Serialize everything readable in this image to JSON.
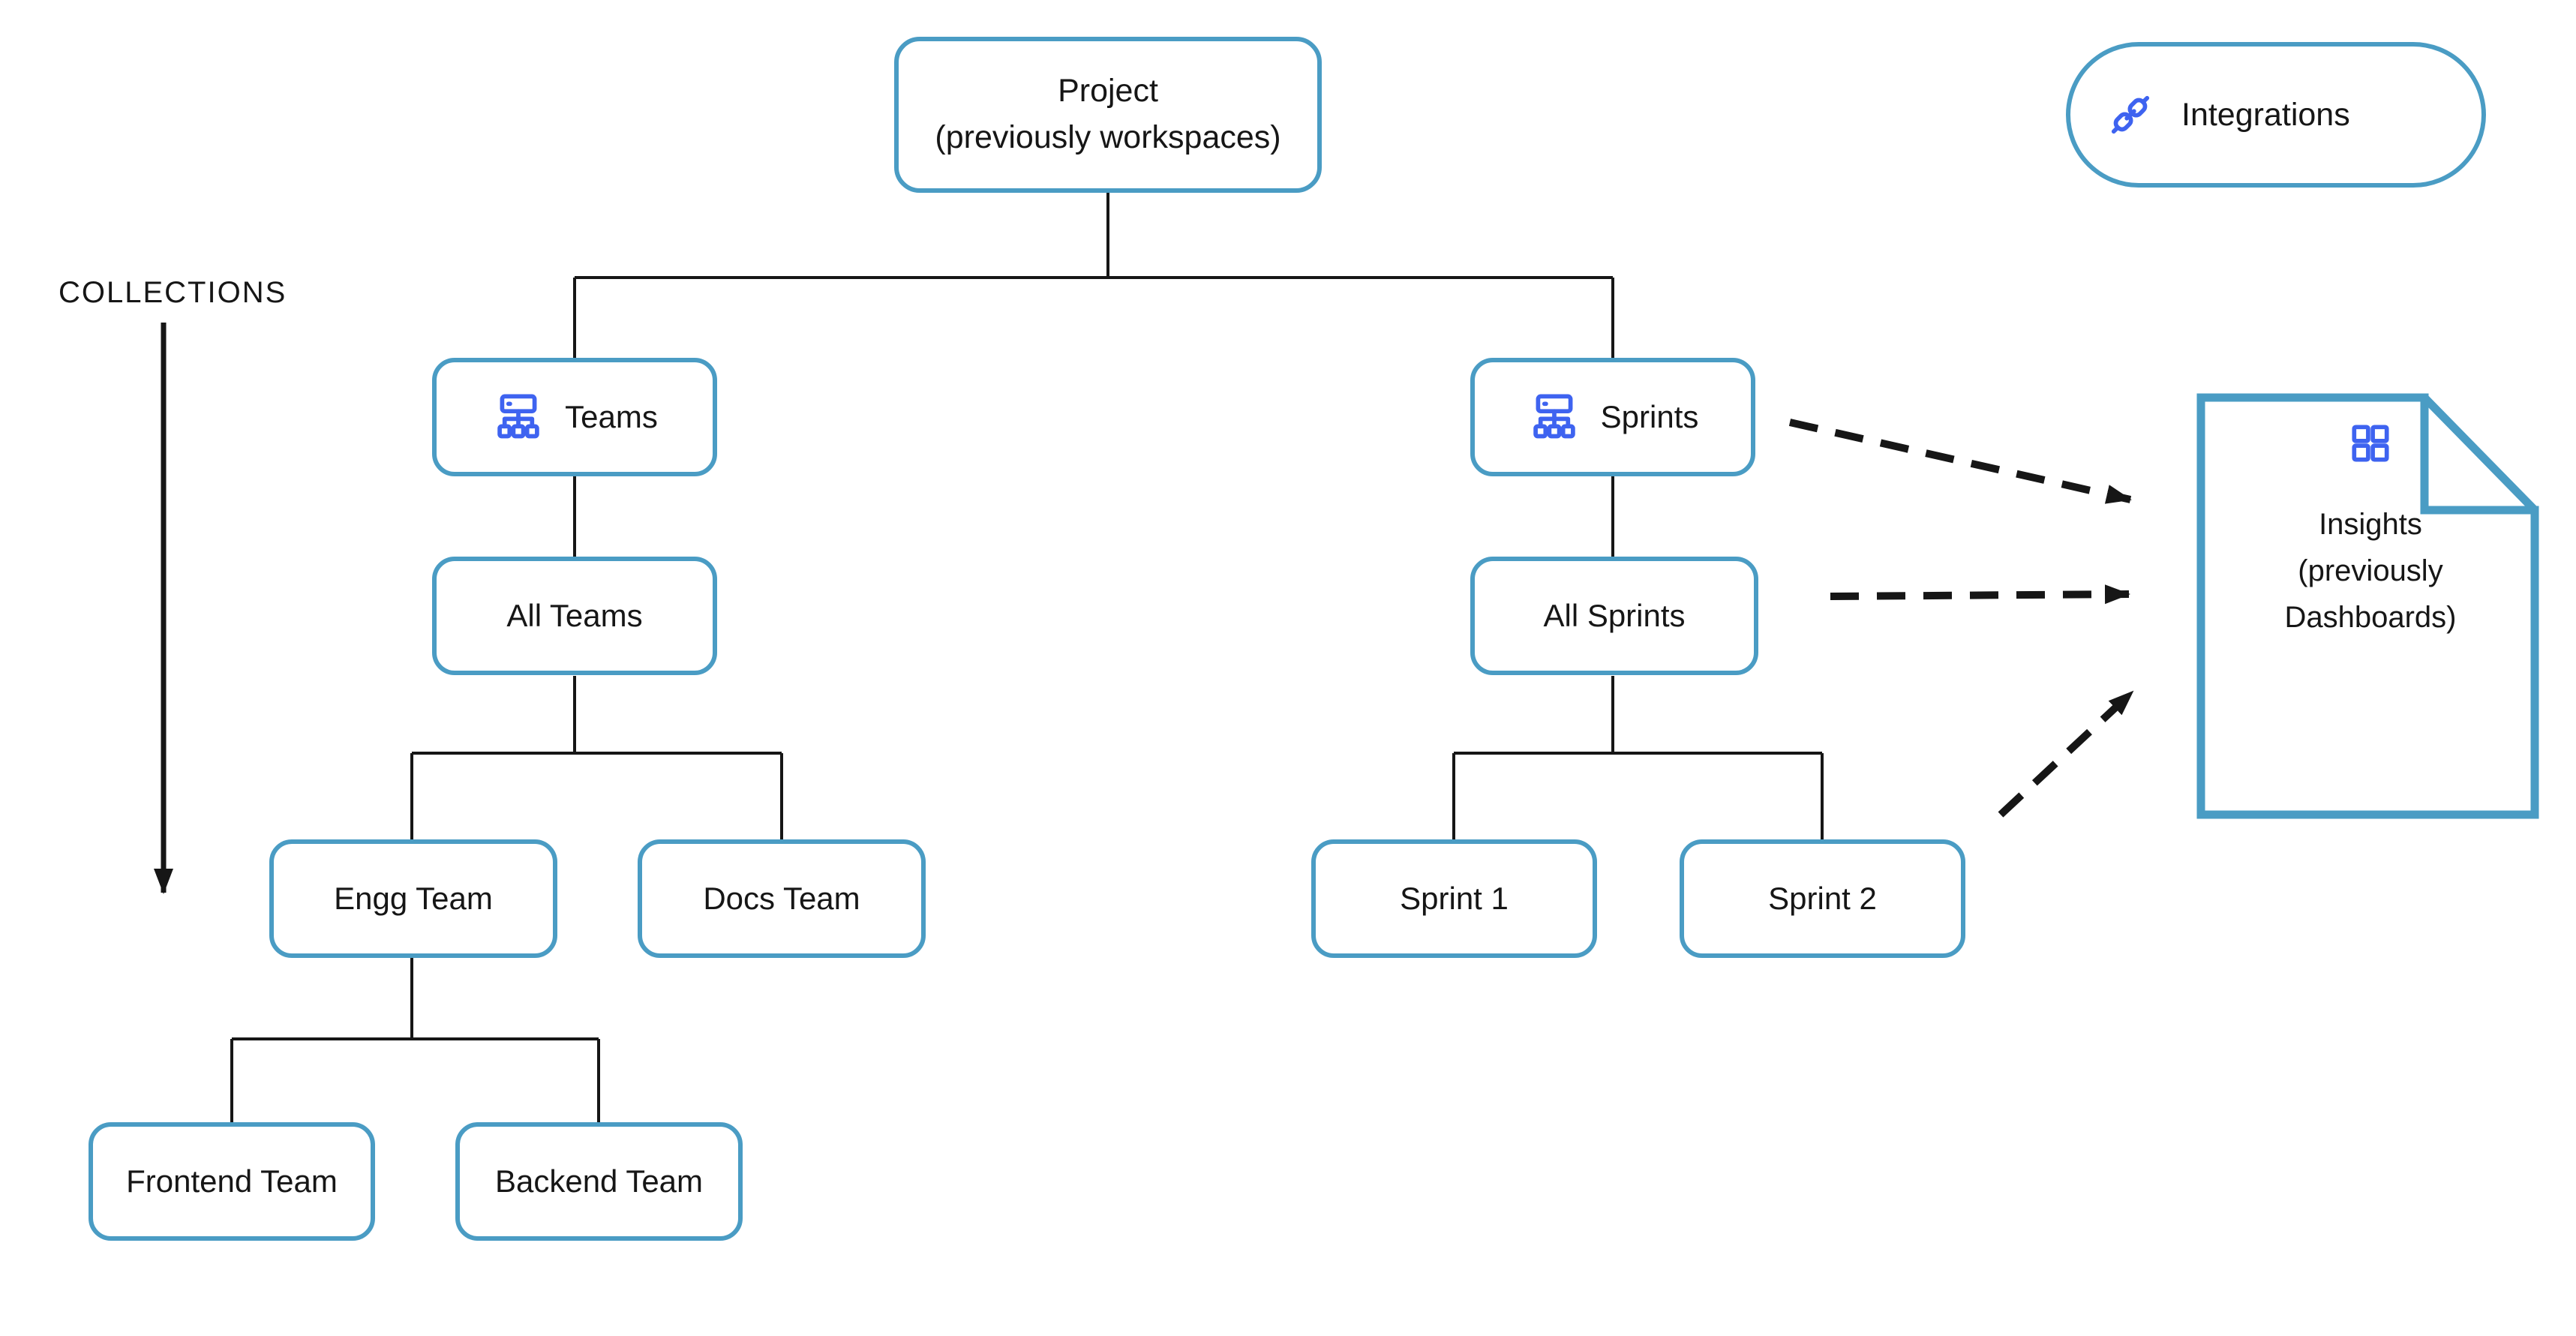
{
  "title": "Project hierarchy diagram",
  "colors": {
    "box_border": "#4A9CC4",
    "icon_blue": "#3E63F0",
    "connector": "#161616",
    "text": "#161616",
    "background": "#FFFFFF"
  },
  "collections": {
    "label": "COLLECTIONS"
  },
  "integrations": {
    "label": "Integrations",
    "icon": "link-icon"
  },
  "nodes": {
    "project": {
      "line1": "Project",
      "line2": "(previously workspaces)"
    },
    "teams": {
      "label": "Teams",
      "icon": "sitemap-icon"
    },
    "sprints": {
      "label": "Sprints",
      "icon": "sitemap-icon"
    },
    "all_teams": {
      "label": "All Teams"
    },
    "all_sprints": {
      "label": "All Sprints"
    },
    "engg_team": {
      "label": "Engg Team"
    },
    "docs_team": {
      "label": "Docs Team"
    },
    "frontend_team": {
      "label": "Frontend Team"
    },
    "backend_team": {
      "label": "Backend Team"
    },
    "sprint_1": {
      "label": "Sprint 1"
    },
    "sprint_2": {
      "label": "Sprint 2"
    }
  },
  "insights": {
    "line1": "Insights",
    "line2": "(previously",
    "line3": "Dashboards)",
    "icon": "dashboard-grid-icon"
  }
}
